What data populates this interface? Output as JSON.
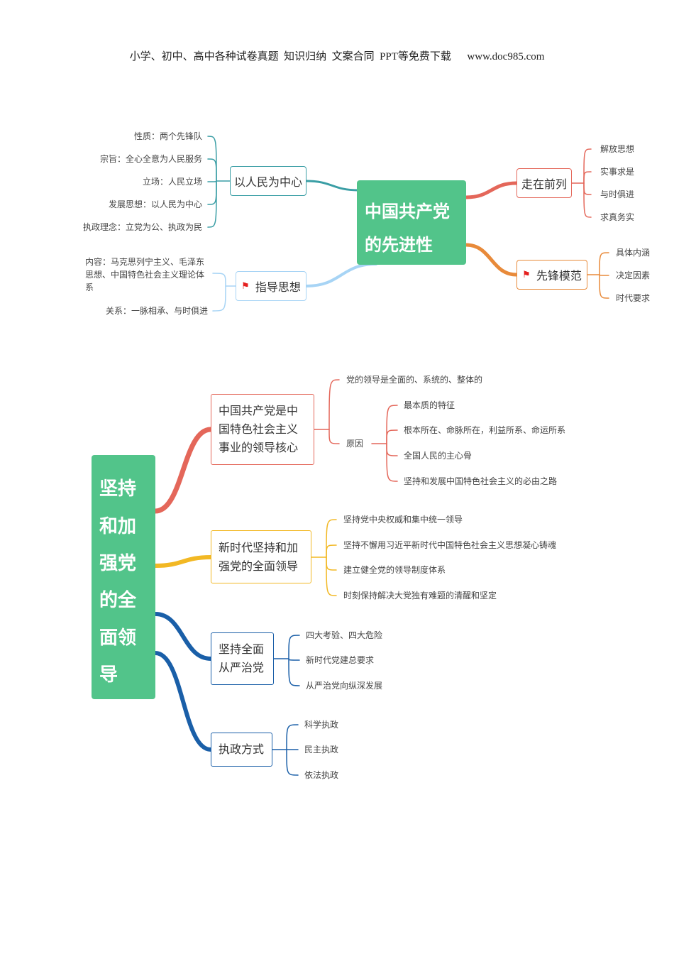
{
  "header": "小学、初中、高中各种试卷真题  知识归纳  文案合同  PPT等免费下载      www.doc985.com",
  "colors": {
    "green": "#52c48a",
    "teal": "#3a9ea5",
    "lightblue": "#a7d4f5",
    "red": "#e4675a",
    "orange": "#e88a3a",
    "yellow": "#f2b824",
    "blue": "#1a5fa8",
    "flag": "#e5201f"
  },
  "map1": {
    "center": [
      "中国共产党",
      "的先进性"
    ],
    "people": {
      "label": "以人民为中心",
      "items": [
        "性质：两个先锋队",
        "宗旨：全心全意为人民服务",
        "立场：人民立场",
        "发展思想：以人民为中心",
        "执政理念：立党为公、执政为民"
      ]
    },
    "guide": {
      "icon": "flag-icon",
      "label": "指导思想",
      "items": [
        "内容：马克思列宁主义、毛泽东",
        "思想、中国特色社会主义理论体",
        "系",
        "关系：一脉相承、与时俱进"
      ]
    },
    "front": {
      "label": "走在前列",
      "items": [
        "解放思想",
        "实事求是",
        "与时俱进",
        "求真务实"
      ]
    },
    "model": {
      "icon": "flag-icon",
      "label": "先锋模范",
      "items": [
        "具体内涵",
        "决定因素",
        "时代要求"
      ]
    }
  },
  "map2": {
    "center": [
      "坚持",
      "和加",
      "强党",
      "的全",
      "面领",
      "导"
    ],
    "core": {
      "label": [
        "中国共产党是中",
        "国特色社会主义",
        "事业的领导核心"
      ],
      "items": [
        "党的领导是全面的、系统的、整体的",
        "原因"
      ],
      "reasons": [
        "最本质的特征",
        "根本所在、命脉所在，利益所系、命运所系",
        "全国人民的主心骨",
        "坚持和发展中国特色社会主义的必由之路"
      ]
    },
    "newera": {
      "label": [
        "新时代坚持和加",
        "强党的全面领导"
      ],
      "items": [
        "坚持党中央权威和集中统一领导",
        "坚持不懈用习近平新时代中国特色社会主义思想凝心铸魂",
        "建立健全党的领导制度体系",
        "时刻保持解决大党独有难题的清醒和坚定"
      ]
    },
    "strict": {
      "label": [
        "坚持全面",
        "从严治党"
      ],
      "items": [
        "四大考验、四大危险",
        "新时代党建总要求",
        "从严治党向纵深发展"
      ]
    },
    "govern": {
      "label": [
        "执政方式"
      ],
      "items": [
        "科学执政",
        "民主执政",
        "依法执政"
      ]
    }
  }
}
